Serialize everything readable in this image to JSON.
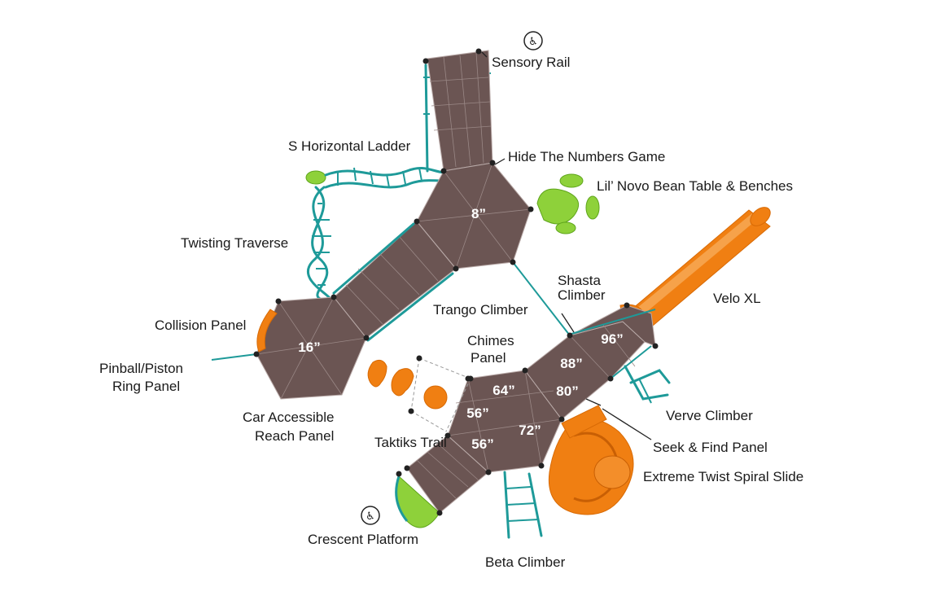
{
  "labels": {
    "sensory_rail": "Sensory Rail",
    "s_horizontal_ladder": "S Horizontal Ladder",
    "hide_the_numbers_game": "Hide The Numbers Game",
    "lil_novo": "Lil’ Novo Bean Table & Benches",
    "twisting_traverse": "Twisting Traverse",
    "shasta_climber_1": "Shasta",
    "shasta_climber_2": "Climber",
    "velo_xl": "Velo XL",
    "collision_panel": "Collision Panel",
    "trango_climber": "Trango Climber",
    "chimes_panel_1": "Chimes",
    "chimes_panel_2": "Panel",
    "pinball_1": "Pinball/Piston",
    "pinball_2": "Ring Panel",
    "car_accessible_1": "Car Accessible",
    "car_accessible_2": "Reach Panel",
    "verve_climber": "Verve Climber",
    "taktiks_trail": "Taktiks Trail",
    "seek_find_panel": "Seek & Find Panel",
    "extreme_twist": "Extreme Twist Spiral Slide",
    "crescent_platform": "Crescent Platform",
    "beta_climber": "Beta Climber"
  },
  "deck_heights": {
    "h8": "8”",
    "h16": "16”",
    "h96": "96”",
    "h88": "88”",
    "h80": "80”",
    "h64": "64”",
    "h56a": "56”",
    "h56b": "56”",
    "h72": "72”"
  },
  "colors": {
    "deck": "#6b5553",
    "frame": "#1e9a99",
    "slide": "#f07f12",
    "accent_green": "#8ed13a"
  },
  "icons": {
    "accessible": "wheelchair-accessible-icon"
  }
}
